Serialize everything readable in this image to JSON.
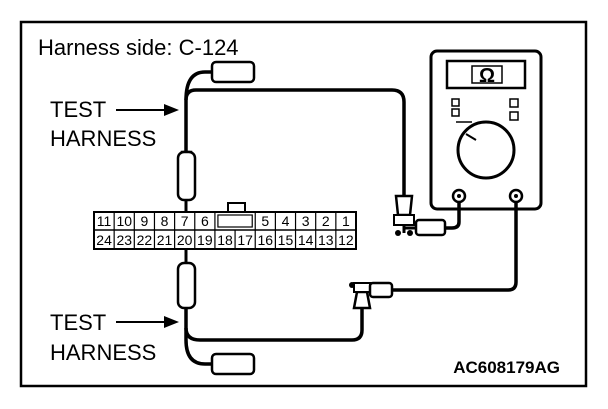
{
  "title": "Harness side: C-124",
  "labels": {
    "test_harness_top_line1": "TEST",
    "test_harness_top_line2": "HARNESS",
    "test_harness_bottom_line1": "TEST",
    "test_harness_bottom_line2": "HARNESS"
  },
  "meter": {
    "display_symbol": "Ω"
  },
  "connector": {
    "top_row": [
      "11",
      "10",
      "9",
      "8",
      "7",
      "6",
      "",
      "",
      "5",
      "4",
      "3",
      "2",
      "1"
    ],
    "bottom_row": [
      "24",
      "23",
      "22",
      "21",
      "20",
      "19",
      "18",
      "17",
      "16",
      "15",
      "14",
      "13",
      "12"
    ]
  },
  "figure_id": "AC608179AG"
}
